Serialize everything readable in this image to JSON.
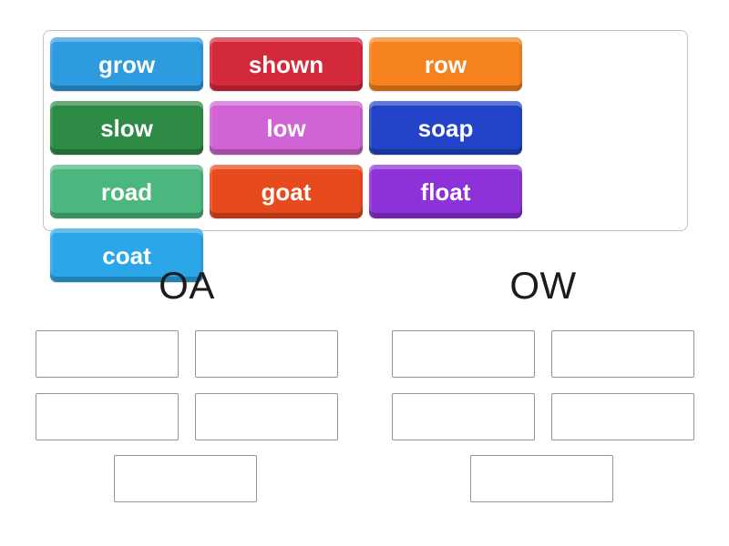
{
  "word_bank": {
    "tiles": [
      {
        "label": "grow",
        "color": "#2E9BDE"
      },
      {
        "label": "shown",
        "color": "#D3293B"
      },
      {
        "label": "row",
        "color": "#F5821F"
      },
      {
        "label": "slow",
        "color": "#2E8B46"
      },
      {
        "label": "low",
        "color": "#D164D4"
      },
      {
        "label": "soap",
        "color": "#2243C8"
      },
      {
        "label": "road",
        "color": "#4BB77E"
      },
      {
        "label": "goat",
        "color": "#E74A1D"
      },
      {
        "label": "float",
        "color": "#8D31D8"
      },
      {
        "label": "coat",
        "color": "#2BA6E8"
      }
    ]
  },
  "groups": [
    {
      "label": "OA",
      "slots": 5
    },
    {
      "label": "OW",
      "slots": 5
    }
  ],
  "colors": {
    "page_background": "#ffffff",
    "bank_border": "#c2c2c2",
    "slot_border": "#959595",
    "header_text": "#1b1b1b",
    "tile_text": "#ffffff"
  }
}
